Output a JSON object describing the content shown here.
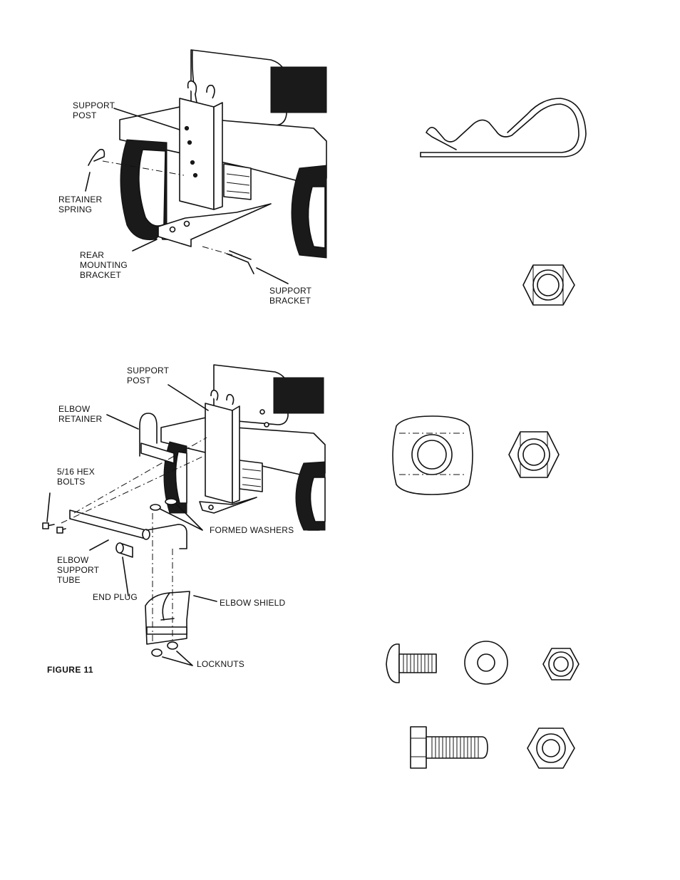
{
  "figure_top": {
    "labels": {
      "support_post": [
        "SUPPORT",
        "POST"
      ],
      "retainer_spring": [
        "RETAINER",
        "SPRING"
      ],
      "rear_mounting_bracket": [
        "REAR",
        "MOUNTING",
        "BRACKET"
      ],
      "support_bracket": [
        "SUPPORT",
        "BRACKET"
      ]
    }
  },
  "figure_bottom": {
    "labels": {
      "support_post": [
        "SUPPORT",
        "POST"
      ],
      "elbow_retainer": [
        "ELBOW",
        "RETAINER"
      ],
      "hex_bolts": [
        "5/16 HEX",
        "BOLTS"
      ],
      "formed_washers": "FORMED WASHERS",
      "elbow_support_tube": [
        "ELBOW",
        "SUPPORT",
        "TUBE"
      ],
      "end_plug": "END PLUG",
      "elbow_shield": "ELBOW SHIELD",
      "locknuts": "LOCKNUTS"
    },
    "caption": "FIGURE 11"
  }
}
